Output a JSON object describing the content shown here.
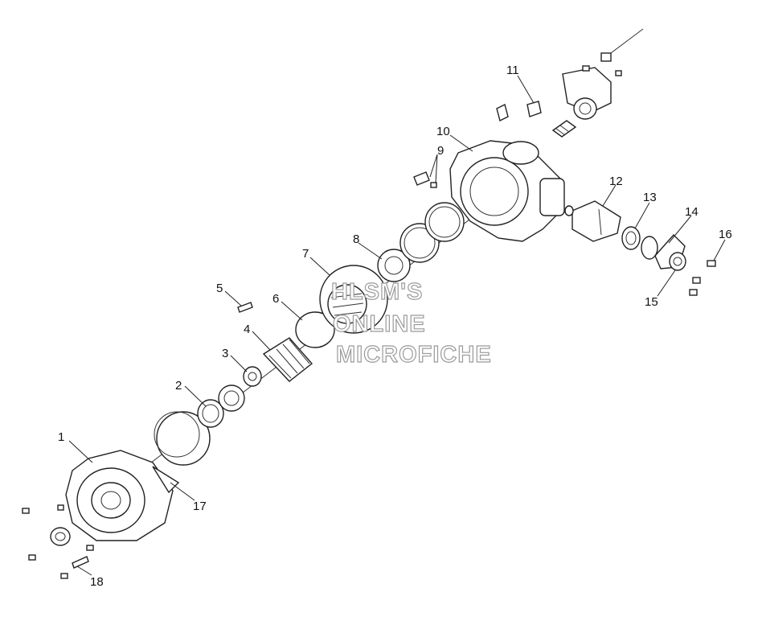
{
  "diagram": {
    "callouts": [
      "1",
      "2",
      "3",
      "4",
      "5",
      "6",
      "7",
      "8",
      "9",
      "10",
      "11",
      "12",
      "13",
      "14",
      "15",
      "16",
      "17",
      "18"
    ],
    "watermark": [
      "HLSM'S",
      "ONLINE",
      "MICROFICHE"
    ],
    "colors": {
      "line": "#222222",
      "watermark_outline": "#9a9a9a",
      "background": "#ffffff"
    }
  }
}
